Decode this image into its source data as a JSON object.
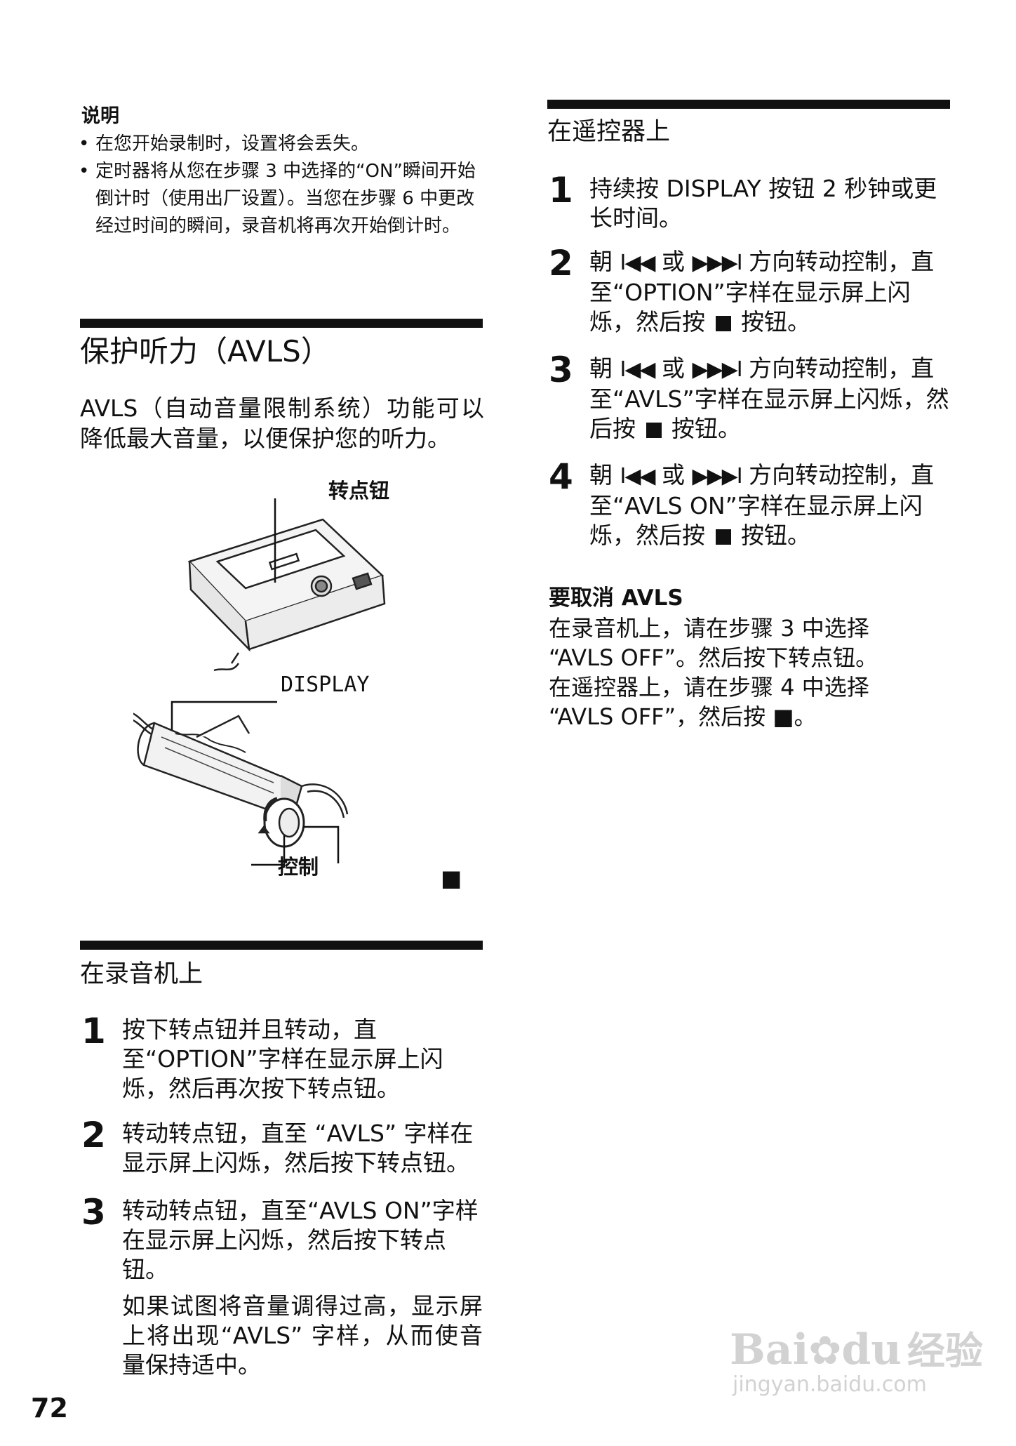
{
  "note": {
    "heading": "说明",
    "bullets": [
      "在您开始录制时，设置将会丢失。",
      "定时器将从您在步骤 3 中选择的“ON”瞬间开始倒计时（使用出厂设置）。当您在步骤 6 中更改经过时间的瞬间，录音机将再次开始倒计时。"
    ]
  },
  "avls": {
    "title": "保护听力（AVLS）",
    "intro": "AVLS（自动音量限制系统）功能可以降低最大音量，以便保护您的听力。"
  },
  "figure": {
    "label_jog": "转点钮",
    "label_display": "DISPLAY",
    "label_control": "控制",
    "label_stop": "■"
  },
  "recorder": {
    "title": "在录音机上",
    "steps": [
      {
        "num": "1",
        "text": "按下转点钮并且转动，直至“OPTION”字样在显示屏上闪烁，然后再次按下转点钮。"
      },
      {
        "num": "2",
        "text": "转动转点钮，直至 “AVLS” 字样在显示屏上闪烁，然后按下转点钮。"
      },
      {
        "num": "3",
        "text": "转动转点钮，直至“AVLS ON”字样在显示屏上闪烁，然后按下转点钮。"
      }
    ],
    "extra": "如果试图将音量调得过高，显示屏上将出现“AVLS” 字样，从而使音量保持适中。"
  },
  "remote": {
    "title": "在遥控器上",
    "step1_num": "1",
    "step1_text": "持续按 DISPLAY 按钮 2 秒钟或更长时间。",
    "step2_num": "2",
    "step2_text_a": "朝",
    "step2_prev": "I◀◀",
    "step2_or": "或",
    "step2_next": "▶▶▶I",
    "step2_text_b": "方向转动控制，直至“OPTION”字样在显示屏上闪烁，然后按",
    "step2_text_c": "按钮。",
    "step3_num": "3",
    "step3_text_a": "朝",
    "step3_prev": "I◀◀",
    "step3_or": "或",
    "step3_next": "▶▶▶I",
    "step3_text_b": "方向转动控制，直至“AVLS”字样在显示屏上闪烁，然后按",
    "step3_text_c": "按钮。",
    "step4_num": "4",
    "step4_text_a": "朝",
    "step4_prev": "I◀◀",
    "step4_or": "或",
    "step4_next": "▶▶▶I",
    "step4_text_b": "方向转动控制，直至“AVLS ON”字样在显示屏上闪烁，然后按",
    "step4_text_c": "按钮。"
  },
  "cancel": {
    "heading": "要取消 AVLS",
    "lines": [
      "在录音机上，请在步骤 3 中选择",
      "“AVLS OFF”。然后按下转点钮。",
      "在遥控器上，请在步骤 4 中选择",
      "“AVLS OFF”，然后按 ■。"
    ]
  },
  "page_number": "72",
  "watermark": {
    "brand": "Bai",
    "brand2": "du",
    "suffix": "经验",
    "url": "jingyan.baidu.com"
  }
}
